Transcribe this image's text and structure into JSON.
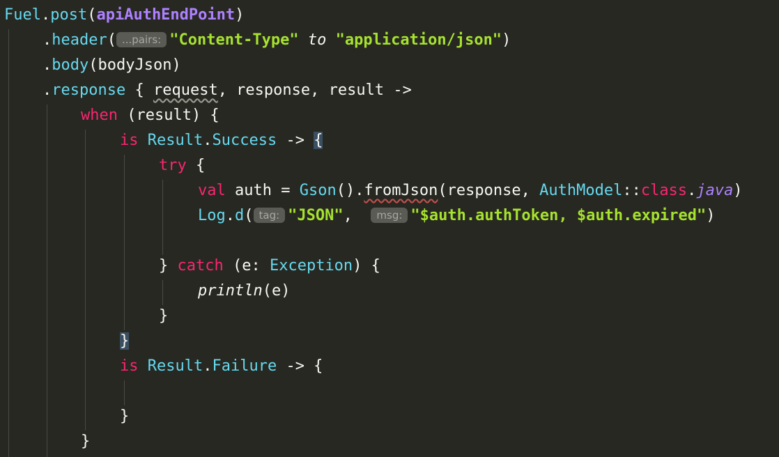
{
  "code": {
    "l1": {
      "obj": "Fuel",
      "dot": ".",
      "fn": "post",
      "open": "(",
      "arg": "apiAuthEndPoint",
      "close": ")"
    },
    "l2": {
      "dot": ".",
      "fn": "header",
      "open": "(",
      "hint": "...pairs:",
      "key": "\"Content-Type\"",
      "to": " to ",
      "val": "\"application/json\"",
      "close": ")"
    },
    "l3": {
      "dot": ".",
      "fn": "body",
      "rest": "(bodyJson)"
    },
    "l4": {
      "dot": ".",
      "fn": "response",
      "a": " { ",
      "req": "request",
      "b": ", response, result ->"
    },
    "l5": {
      "kw": "when",
      "rest": " (result) {"
    },
    "l6": {
      "kw": "is",
      "sp": " ",
      "tp1": "Result",
      "dot": ".",
      "tp2": "Success",
      "arrow": " -> ",
      "brace": "{"
    },
    "l7": {
      "kw": "try",
      "rest": " {"
    },
    "l8": {
      "kw": "val",
      "a": " auth = ",
      "tp1": "Gson",
      "b": "().",
      "fn": "fromJson",
      "c": "(response, ",
      "tp2": "AuthModel",
      "d": "::",
      "kw2": "class",
      "e": ".",
      "java": "java",
      "f": ")"
    },
    "l9": {
      "tp": "Log",
      "a": ".",
      "fn": "d",
      "b": "(",
      "hint1": "tag:",
      "s1": "\"JSON\"",
      "c": ",  ",
      "hint2": "msg:",
      "q1": "\"",
      "v1": "$auth",
      "p1": ".authToken, ",
      "v2": "$auth",
      "p2": ".expired",
      "q2": "\"",
      "d": ")"
    },
    "l11": {
      "a": "} ",
      "kw": "catch",
      "b": " (e: ",
      "tp": "Exception",
      "c": ") {"
    },
    "l12": {
      "fn": "println",
      "rest": "(e)"
    },
    "l13": {
      "text": "}"
    },
    "l14": {
      "text": "}"
    },
    "l15": {
      "kw": "is",
      "sp": " ",
      "tp1": "Result",
      "dot": ".",
      "tp2": "Failure",
      "rest": " -> {"
    },
    "l17": {
      "text": "}"
    },
    "l18": {
      "text": "}"
    }
  }
}
